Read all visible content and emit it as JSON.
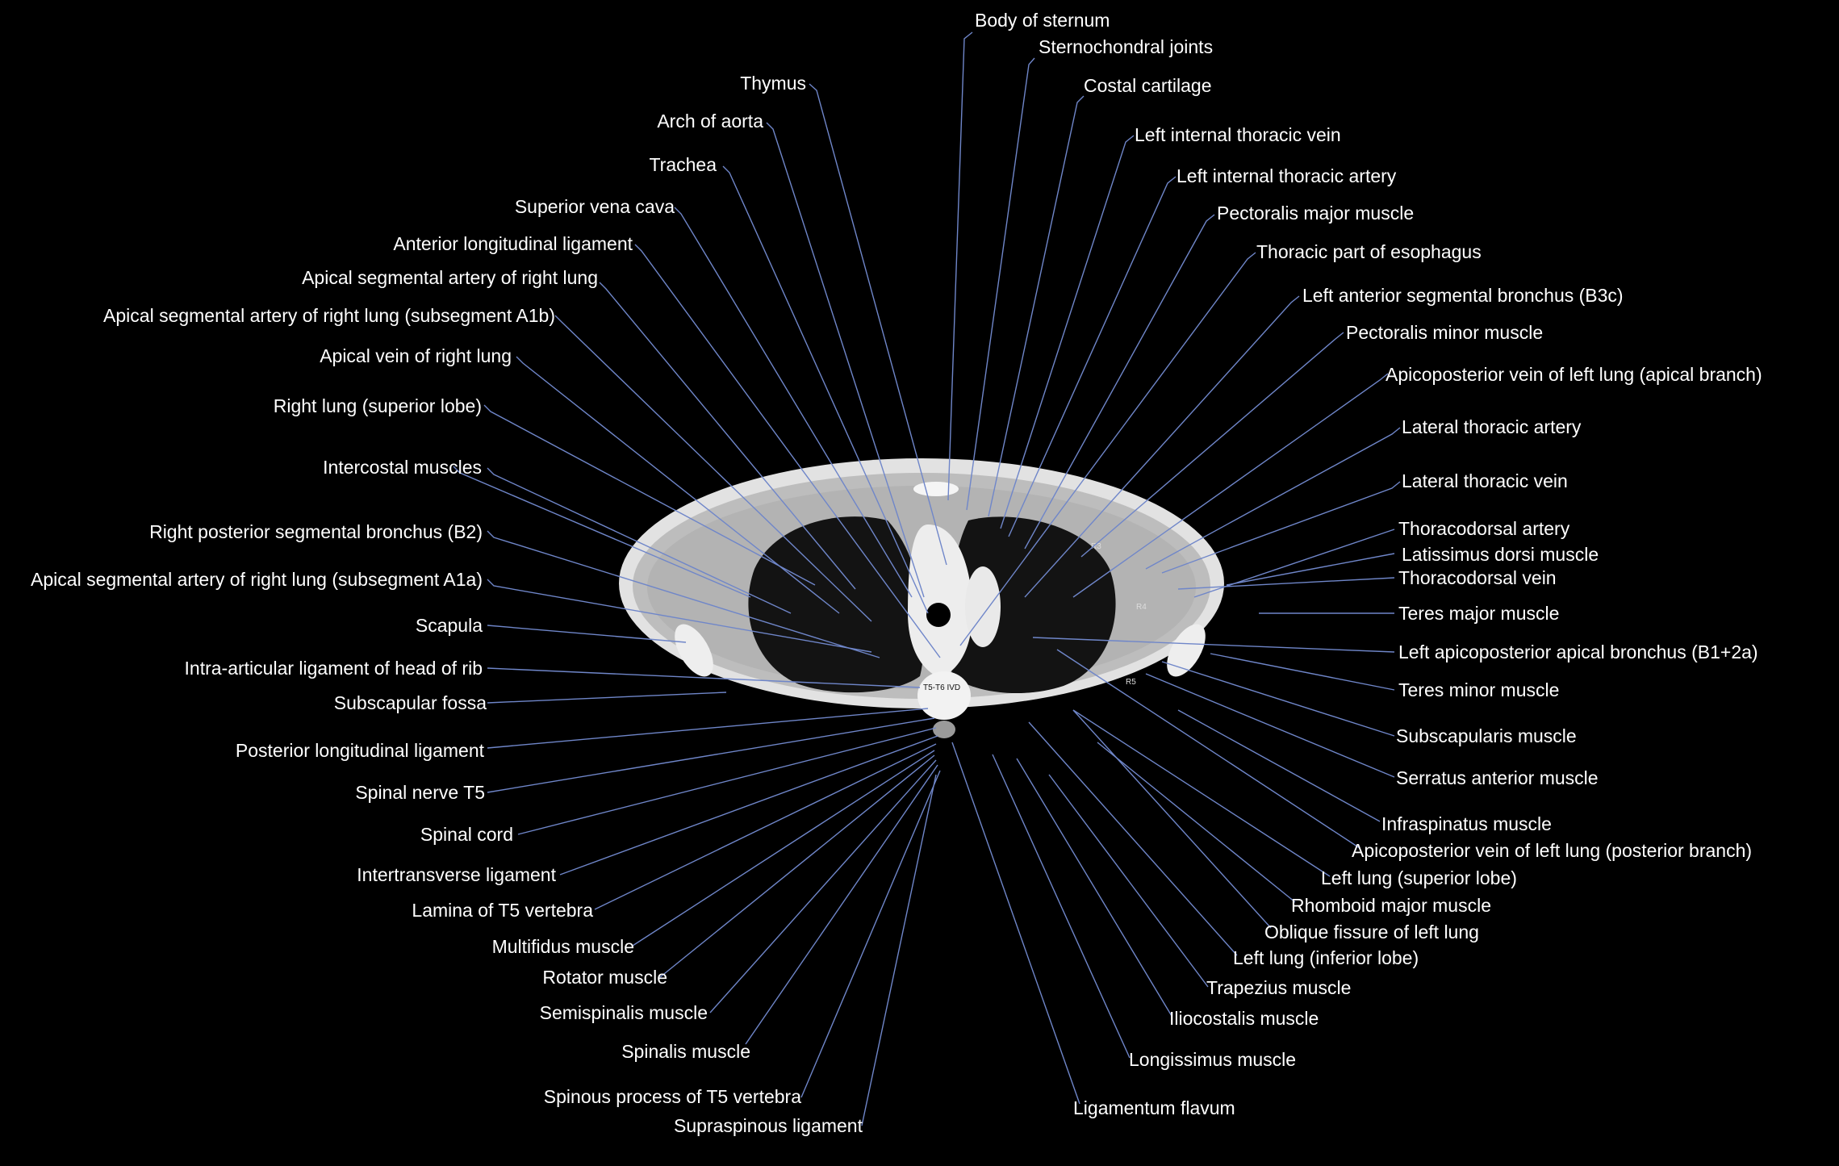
{
  "labels_top": {
    "body_of_sternum": "Body of sternum",
    "sternochondral_joints": "Sternochondral joints",
    "costal_cartilage": "Costal cartilage"
  },
  "labels_left": {
    "thymus": "Thymus",
    "arch_of_aorta": "Arch of aorta",
    "trachea": "Trachea",
    "superior_vena_cava": "Superior vena cava",
    "anterior_longitudinal_ligament": "Anterior longitudinal ligament",
    "apical_segmental_artery_right_lung": "Apical segmental artery of right lung",
    "apical_segmental_artery_a1b": "Apical segmental artery of right lung (subsegment A1b)",
    "apical_vein_right_lung": "Apical vein of right lung",
    "right_lung_superior_lobe": "Right lung (superior lobe)",
    "intercostal_muscles": "Intercostal muscles",
    "right_posterior_segmental_bronchus": "Right posterior segmental bronchus (B2)",
    "apical_segmental_artery_a1a": "Apical segmental artery of right lung (subsegment A1a)",
    "scapula": "Scapula",
    "intra_articular_ligament": "Intra-articular ligament of head of rib",
    "subscapular_fossa": "Subscapular fossa",
    "posterior_longitudinal_ligament": "Posterior longitudinal ligament",
    "spinal_nerve_t5": "Spinal nerve T5",
    "spinal_cord": "Spinal cord",
    "intertransverse_ligament": "Intertransverse ligament",
    "lamina_t5": "Lamina of T5 vertebra",
    "multifidus_muscle": "Multifidus muscle",
    "rotator_muscle": "Rotator muscle",
    "semispinalis_muscle": "Semispinalis muscle",
    "spinalis_muscle": "Spinalis muscle",
    "spinous_process_t5": "Spinous process of T5 vertebra",
    "supraspinous_ligament": "Supraspinous ligament"
  },
  "labels_right": {
    "left_internal_thoracic_vein": "Left internal thoracic vein",
    "left_internal_thoracic_artery": "Left internal thoracic artery",
    "pectoralis_major_muscle": "Pectoralis major muscle",
    "thoracic_part_of_esophagus": "Thoracic part of esophagus",
    "left_anterior_segmental_bronchus": "Left anterior segmental bronchus (B3c)",
    "pectoralis_minor_muscle": "Pectoralis minor muscle",
    "apicoposterior_vein_apical": "Apicoposterior vein of left lung (apical branch)",
    "lateral_thoracic_artery": "Lateral thoracic artery",
    "lateral_thoracic_vein": "Lateral thoracic vein",
    "thoracodorsal_artery": "Thoracodorsal artery",
    "latissimus_dorsi_muscle": "Latissimus dorsi muscle",
    "thoracodorsal_vein": "Thoracodorsal vein",
    "teres_major_muscle": "Teres major muscle",
    "left_apicoposterior_apical_bronchus": "Left apicoposterior apical bronchus (B1+2a)",
    "teres_minor_muscle": "Teres minor muscle",
    "subscapularis_muscle": "Subscapularis muscle",
    "serratus_anterior_muscle": "Serratus anterior muscle",
    "infraspinatus_muscle": "Infraspinatus muscle",
    "apicoposterior_vein_posterior": "Apicoposterior vein of left lung (posterior branch)",
    "left_lung_superior_lobe": "Left lung (superior lobe)",
    "rhomboid_major_muscle": "Rhomboid major muscle",
    "oblique_fissure_left_lung": "Oblique fissure of left lung",
    "left_lung_inferior_lobe": "Left lung (inferior lobe)",
    "trapezius_muscle": "Trapezius muscle",
    "iliocostalis_muscle": "Iliocostalis muscle"
  },
  "labels_bottom": {
    "longissimus_muscle": "Longissimus muscle",
    "ligamentum_flavum": "Ligamentum flavum"
  },
  "ct_markers": {
    "r3": "R3",
    "r4": "R4",
    "r5": "R5",
    "ivd": "T5-T6 IVD"
  },
  "colors": {
    "background": "#000000",
    "label_text": "#ffffff",
    "leader_line": "#6f86c9"
  }
}
